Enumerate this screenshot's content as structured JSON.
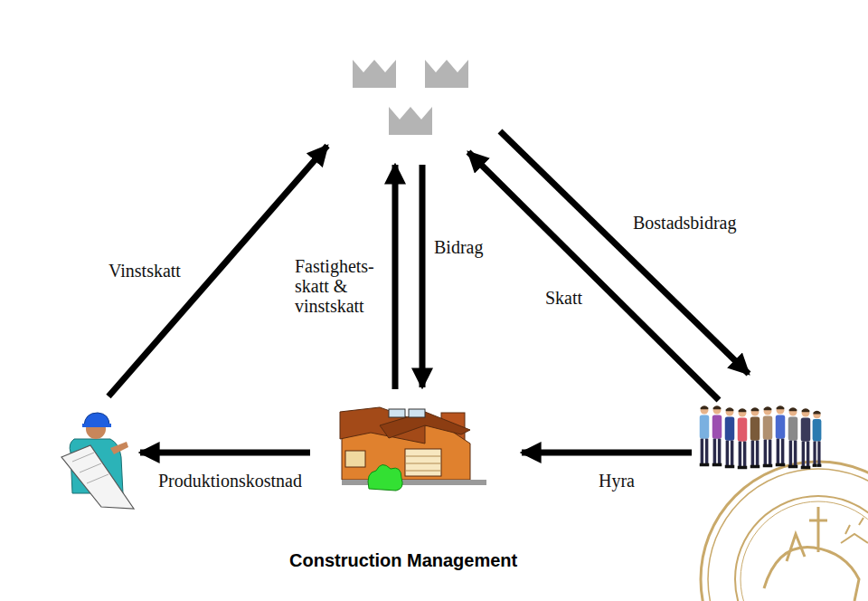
{
  "diagram": {
    "caption": "Construction Management",
    "labels": [
      "Vinstskatt",
      "Fastighets- skatt & vinstskatt",
      "Bidrag",
      "Skatt",
      "Bostadsbidrag",
      "Produktionskostnad",
      "Hyra"
    ]
  }
}
